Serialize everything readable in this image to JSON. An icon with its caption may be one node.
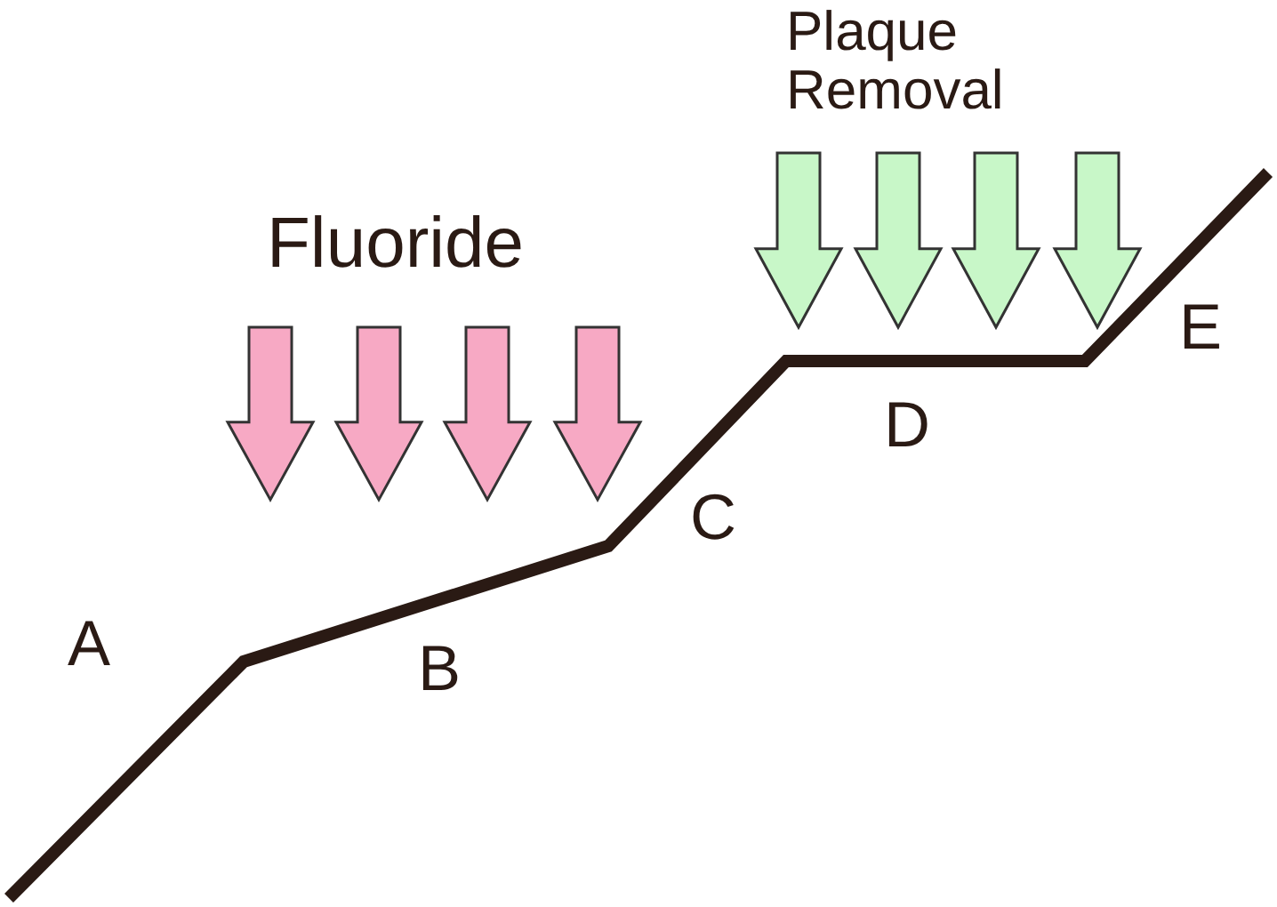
{
  "diagram": {
    "labels": [
      "Plaque Removal",
      "Fluoride",
      "E",
      "D",
      "C",
      "A",
      "B"
    ]
  }
}
